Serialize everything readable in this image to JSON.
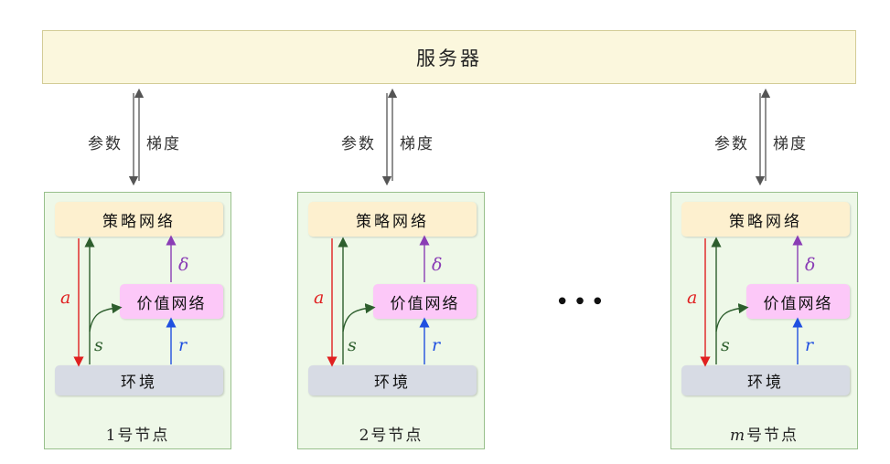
{
  "server": {
    "label": "服务器"
  },
  "link": {
    "params_label": "参数",
    "grad_label": "梯度"
  },
  "boxes": {
    "policy": "策略网络",
    "value": "价值网络",
    "env": "环境"
  },
  "symbols": {
    "action": "a",
    "state": "s",
    "reward": "r",
    "delta": "δ"
  },
  "nodes": [
    {
      "label_prefix": "",
      "label": "1号节点"
    },
    {
      "label_prefix": "",
      "label": "2号节点"
    },
    {
      "label_prefix": "m",
      "label": "号节点"
    }
  ],
  "ellipsis": "•••",
  "colors": {
    "action": "#e02020",
    "state": "#2d5e2d",
    "reward": "#2050e0",
    "delta": "#8a3db5"
  }
}
